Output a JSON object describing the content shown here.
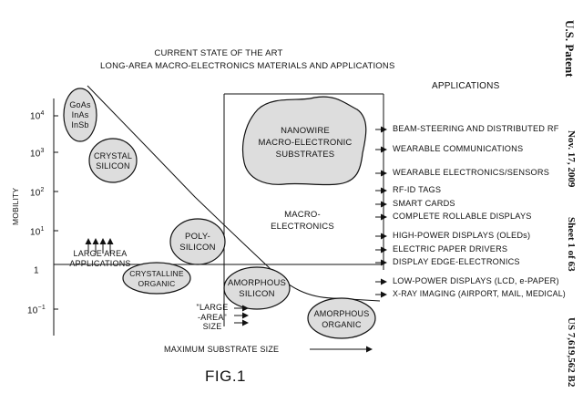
{
  "header": {
    "title_line1": "CURRENT STATE OF THE ART",
    "title_line2": "LONG-AREA MACRO-ELECTRONICS MATERIALS AND APPLICATIONS"
  },
  "side": {
    "patent": "U.S. Patent",
    "date": "Nov. 17, 2009",
    "sheet": "Sheet 1 of 63",
    "number": "US 7,619,562 B2"
  },
  "axes": {
    "ylabel": "MOBILITY",
    "xlabel": "MAXIMUM SUBSTRATE SIZE",
    "yticks": [
      {
        "base": "10",
        "exp": "4"
      },
      {
        "base": "10",
        "exp": "3"
      },
      {
        "base": "10",
        "exp": "2"
      },
      {
        "base": "10",
        "exp": "1"
      },
      {
        "base": "1",
        "exp": ""
      },
      {
        "base": "10",
        "exp": "−1"
      }
    ]
  },
  "materials": {
    "gaas": [
      "GoAs",
      "InAs",
      "InSb"
    ],
    "crystal_silicon": [
      "CRYSTAL",
      "SILICON"
    ],
    "poly_silicon": [
      "POLY-",
      "SILICON"
    ],
    "crystalline_organic": [
      "CRYSTALLINE",
      "ORGANIC"
    ],
    "amorphous_silicon": [
      "AMORPHOUS",
      "SILICON"
    ],
    "amorphous_organic": [
      "AMORPHOUS",
      "ORGANIC"
    ],
    "nanowire": [
      "NANOWIRE",
      "MACRO-ELECTRONIC",
      "SUBSTRATES"
    ]
  },
  "labels": {
    "macro": [
      "MACRO-",
      "ELECTRONICS"
    ],
    "large_area": [
      "LARGE AREA",
      "APPLICATIONS"
    ],
    "large_area_size": [
      "\"LARGE",
      "-AREA\"",
      "SIZE"
    ]
  },
  "applications": {
    "heading": "APPLICATIONS",
    "items": [
      "BEAM-STEERING AND DISTRIBUTED RF",
      "WEARABLE COMMUNICATIONS",
      "WEARABLE ELECTRONICS/SENSORS",
      "RF-ID TAGS",
      "SMART CARDS",
      "COMPLETE ROLLABLE DISPLAYS",
      "HIGH-POWER DISPLAYS (OLEDs)",
      "ELECTRIC PAPER DRIVERS",
      "DISPLAY EDGE-ELECTRONICS",
      "LOW-POWER DISPLAYS (LCD, e-PAPER)",
      "X-RAY IMAGING (AIRPORT, MAIL, MEDICAL)"
    ]
  },
  "figure": {
    "caption": "FIG.1"
  }
}
